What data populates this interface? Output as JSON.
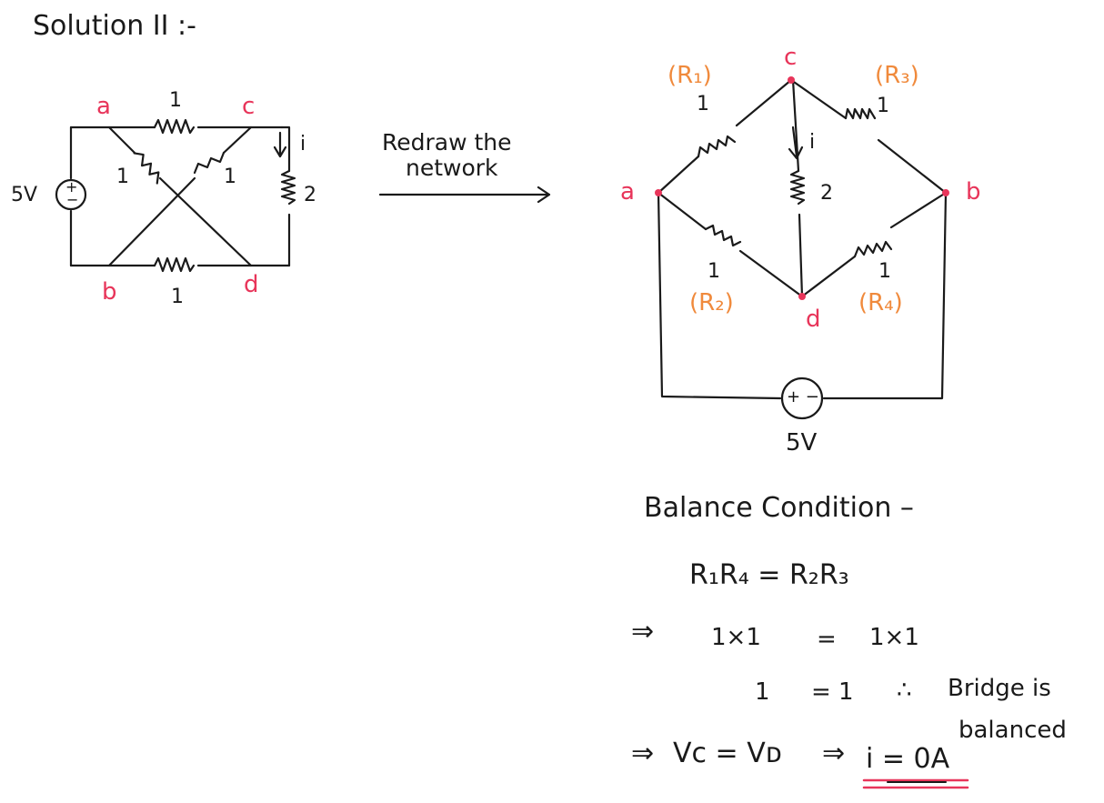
{
  "title": "Solution II :-",
  "colors": {
    "ink": "#1a1a1a",
    "node": "#e8355a",
    "resistor_label": "#f08a3c",
    "underline": "#e8355a"
  },
  "left_circuit": {
    "source": "5V",
    "source_symbol_plus": "+",
    "source_symbol_minus": "−",
    "nodes": {
      "a": "a",
      "b": "b",
      "c": "c",
      "d": "d"
    },
    "r_top": "1",
    "r_bottom": "1",
    "r_diag_left": "1",
    "r_diag_right": "1",
    "r_right": "2",
    "current": "i"
  },
  "arrow_label_line1": "Redraw the",
  "arrow_label_line2": "network",
  "bridge": {
    "nodes": {
      "a": "a",
      "b": "b",
      "c": "c",
      "d": "d"
    },
    "R1": {
      "name": "(R₁)",
      "value": "1"
    },
    "R2": {
      "name": "(R₂)",
      "value": "1"
    },
    "R3": {
      "name": "(R₃)",
      "value": "1"
    },
    "R4": {
      "name": "(R₄)",
      "value": "1"
    },
    "center_value": "2",
    "current": "i",
    "source": "5V",
    "source_symbol": "+ −"
  },
  "balance": {
    "heading": "Balance Condition –",
    "line1": "R₁R₄  =  R₂R₃",
    "line2_arrow": "⇒",
    "line2_left": "1×1",
    "line2_eq": "=",
    "line2_right": "1×1",
    "line3_left": "1",
    "line3_eq": "= 1",
    "line3_therefore": "∴",
    "line3_text1": "Bridge is",
    "line3_text2": "balanced",
    "line4_arrow1": "⇒",
    "line4_vc": "Vᴄ = Vᴅ",
    "line4_arrow2": "⇒",
    "line4_result": "i = 0A"
  }
}
